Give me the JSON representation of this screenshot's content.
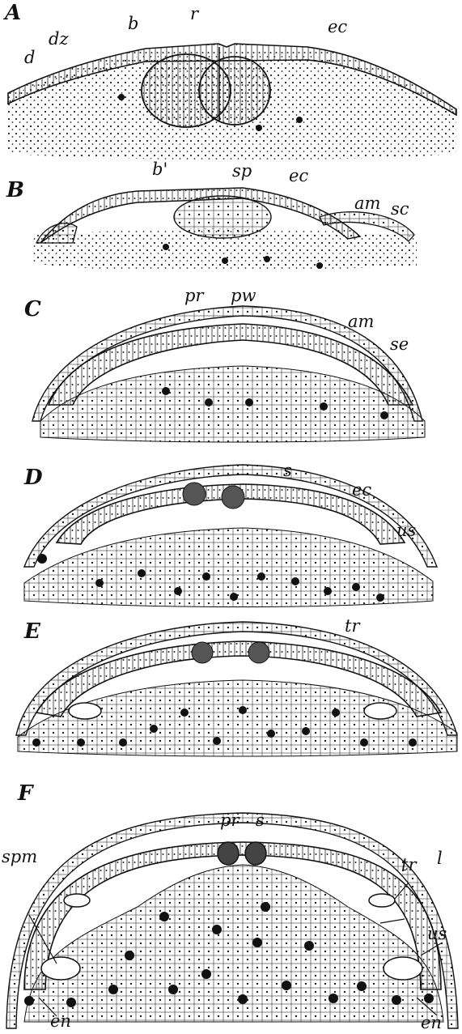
{
  "panels": [
    {
      "id": "A",
      "label": "A",
      "annotations": [
        "d",
        "dz",
        "b",
        "r",
        "ec"
      ]
    },
    {
      "id": "B",
      "label": "B",
      "annotations": [
        "b'",
        "sp",
        "ec",
        "am",
        "sc"
      ]
    },
    {
      "id": "C",
      "label": "C",
      "annotations": [
        "pr",
        "pw",
        "am",
        "se"
      ]
    },
    {
      "id": "D",
      "label": "D",
      "annotations": [
        "s",
        "ec",
        "us"
      ]
    },
    {
      "id": "E",
      "label": "E",
      "annotations": [
        "tr"
      ]
    },
    {
      "id": "F",
      "label": "F",
      "annotations": [
        "pr",
        "s",
        "spm",
        "tr",
        "l",
        "us",
        "en",
        "en"
      ]
    }
  ],
  "colors": {
    "ink": "#111111",
    "paper": "#ffffff"
  }
}
